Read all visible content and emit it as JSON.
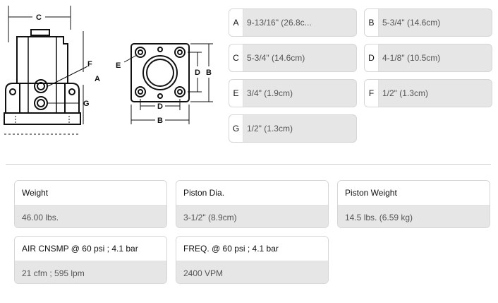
{
  "diagram": {
    "labels": [
      "C",
      "F",
      "A",
      "G",
      "E",
      "D",
      "B",
      "B",
      "D"
    ]
  },
  "dimensions": [
    {
      "letter": "A",
      "value": "9-13/16\" (26.8c..."
    },
    {
      "letter": "B",
      "value": "5-3/4\" (14.6cm)"
    },
    {
      "letter": "C",
      "value": "5-3/4\" (14.6cm)"
    },
    {
      "letter": "D",
      "value": "4-1/8\" (10.5cm)"
    },
    {
      "letter": "E",
      "value": "3/4\" (1.9cm)"
    },
    {
      "letter": "F",
      "value": "1/2\" (1.3cm)"
    },
    {
      "letter": "G",
      "value": "1/2\" (1.3cm)"
    }
  ],
  "specs": [
    {
      "label": "Weight",
      "value": "46.00 lbs."
    },
    {
      "label": "Piston Dia.",
      "value": "3-1/2\" (8.9cm)"
    },
    {
      "label": "Piston Weight",
      "value": "14.5 lbs. (6.59 kg)"
    },
    {
      "label": "AIR CNSMP @ 60 psi ; 4.1 bar",
      "value": "21 cfm ; 595 lpm"
    },
    {
      "label": "FREQ. @ 60 psi ; 4.1 bar",
      "value": "2400 VPM"
    }
  ]
}
